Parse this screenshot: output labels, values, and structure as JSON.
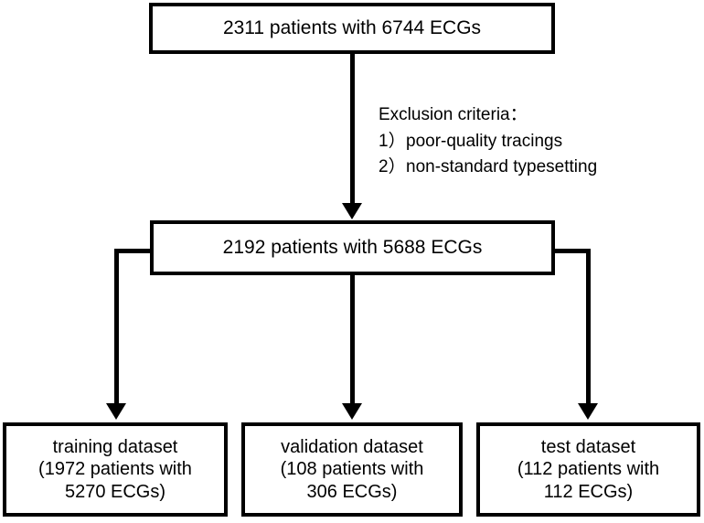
{
  "diagram": {
    "title": "ECG dataset selection flowchart",
    "colors": {
      "stroke": "#000000",
      "background": "#ffffff",
      "text": "#000000"
    },
    "nodes": {
      "cohort_initial": {
        "label": "2311 patients with 6744 ECGs"
      },
      "cohort_filtered": {
        "label": "2192 patients with 5688 ECGs"
      },
      "training": {
        "line1": "training dataset",
        "line2": "(1972 patients with",
        "line3": "5270 ECGs)"
      },
      "validation": {
        "line1": "validation dataset",
        "line2": "(108 patients with",
        "line3": "306 ECGs)"
      },
      "test": {
        "line1": "test dataset",
        "line2": "(112 patients with",
        "line3": "112 ECGs)"
      }
    },
    "annotations": {
      "exclusion": {
        "heading": "Exclusion criteria：",
        "item1_num": "1）",
        "item1_text": "poor-quality tracings",
        "item2_num": "2）",
        "item2_text": "non-standard typesetting"
      }
    }
  }
}
